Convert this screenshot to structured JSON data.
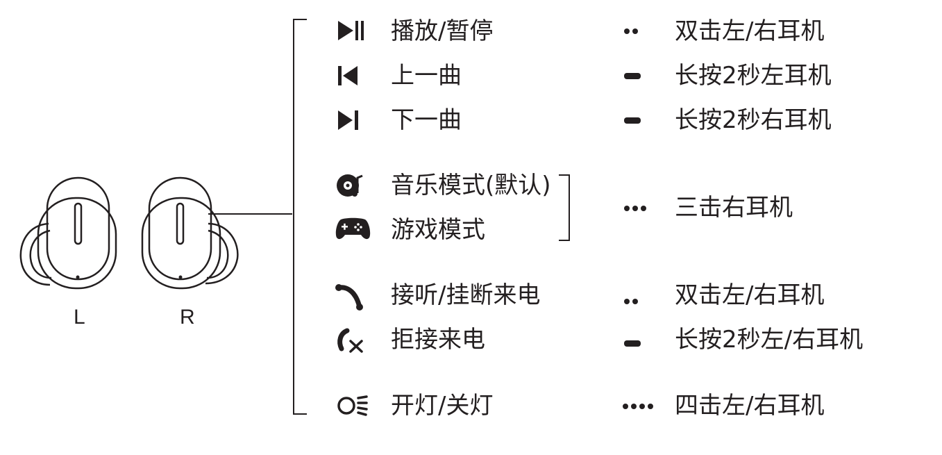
{
  "labels": {
    "left": "L",
    "right": "R"
  },
  "functions": [
    {
      "icon": "play-pause-icon",
      "text": "播放/暂停",
      "gesture": "double-tap",
      "action": "双击左/右耳机"
    },
    {
      "icon": "previous-track-icon",
      "text": "上一曲",
      "gesture": "long-press",
      "action": "长按2秒左耳机"
    },
    {
      "icon": "next-track-icon",
      "text": "下一曲",
      "gesture": "long-press",
      "action": "长按2秒右耳机"
    },
    {
      "icon": "music-mode-icon",
      "text": "音乐模式(默认)",
      "gesture": "triple-tap",
      "action": "三击右耳机"
    },
    {
      "icon": "gamepad-icon",
      "text": "游戏模式"
    },
    {
      "icon": "phone-answer-icon",
      "text": "接听/挂断来电",
      "gesture": "double-tap",
      "action": "双击左/右耳机"
    },
    {
      "icon": "phone-reject-icon",
      "text": "拒接来电",
      "gesture": "long-press",
      "action": "长按2秒左/右耳机"
    },
    {
      "icon": "light-icon",
      "text": "开灯/关灯",
      "gesture": "quadruple-tap",
      "action": "四击左/右耳机"
    }
  ],
  "colors": {
    "ink": "#231f20",
    "background": "#ffffff"
  }
}
